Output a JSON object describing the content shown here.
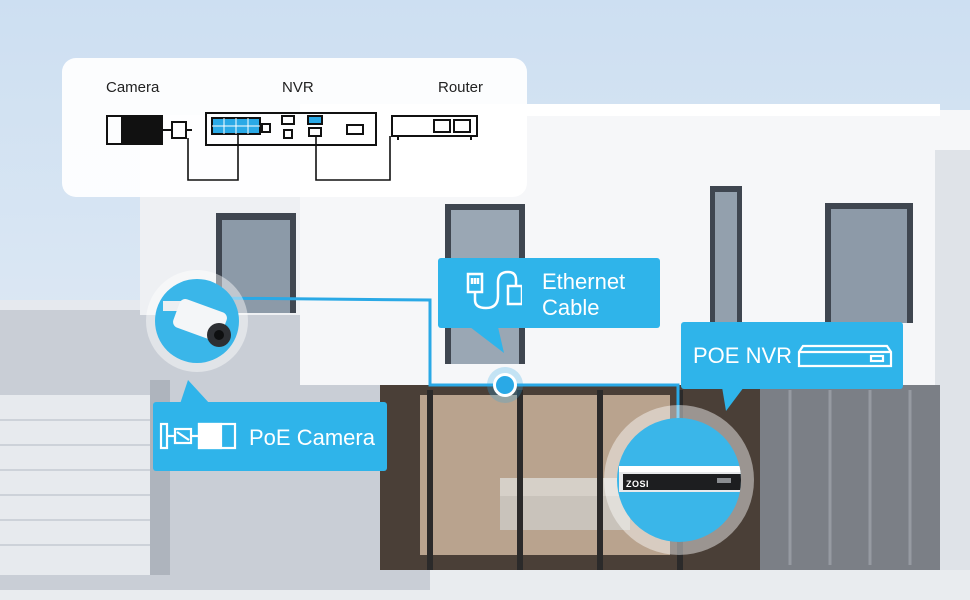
{
  "diagram": {
    "panel": {
      "camera_label": "Camera",
      "nvr_label": "NVR",
      "router_label": "Router"
    },
    "callouts": {
      "ethernet_line1": "Ethernet",
      "ethernet_line2": "Cable",
      "poe_nvr": "POE NVR",
      "poe_camera": "PoE Camera"
    },
    "nvr_brand": "ZOSI"
  },
  "colors": {
    "accent": "#2fb4ea",
    "line": "#2aa9e6",
    "panel_bg": "#ffffff",
    "wall": "#f4f5f7",
    "window_frame": "#3f4650"
  },
  "icons": [
    "ethernet-plug-icon",
    "nvr-icon",
    "bullet-camera-icon",
    "camera-outline-icon",
    "nvr-outline-icon",
    "router-outline-icon"
  ]
}
